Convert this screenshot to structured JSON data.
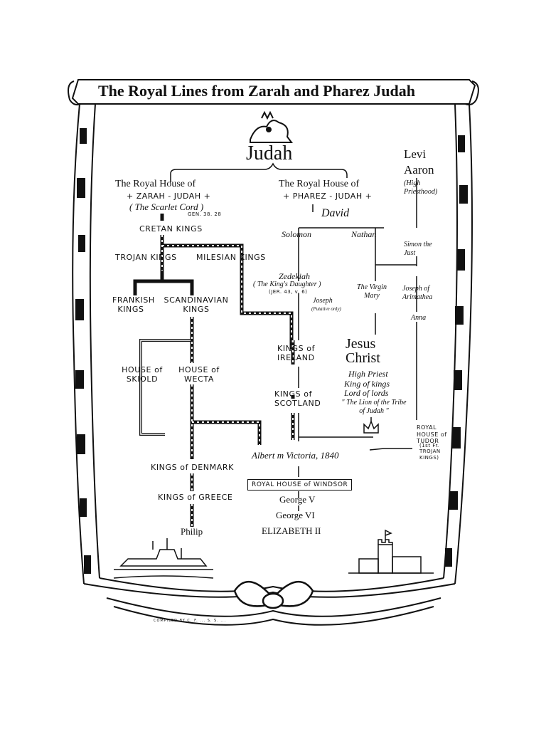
{
  "title": "The Royal Lines from Zarah and Pharez Judah",
  "top": {
    "judah": "Judah",
    "levi": "Levi",
    "aaron": "Aaron",
    "high_priesthood": "(High Priesthood)",
    "simon": "Simon the Just",
    "joseph_arimathea": "Joseph of Arimathea",
    "anna": "Anna"
  },
  "zarah": {
    "heading_1": "The Royal House of",
    "heading_2": "+ ZARAH - JUDAH +",
    "heading_3": "( The Scarlet Cord )",
    "ref": "GEN. 38. 28",
    "cretan": "CRETAN KINGS",
    "trojan": "TROJAN KINGS",
    "milesian": "MILESIAN KINGS",
    "frankish": "FRANKISH KINGS",
    "scandinavian": "SCANDINAVIAN KINGS",
    "skiold": "HOUSE of SKIOLD",
    "wecta": "HOUSE of WECTA",
    "denmark": "KINGS of DENMARK",
    "greece": "KINGS of GREECE",
    "philip": "Philip"
  },
  "pharez": {
    "heading_1": "The Royal House of",
    "heading_2": "+ PHAREZ - JUDAH +",
    "david": "David",
    "solomon": "Solomon",
    "nathan": "Nathan",
    "zedekiah": "Zedekiah",
    "kings_daughter": "( The King's Daughter )",
    "zed_ref": "(JER. 43, v. 6)",
    "joseph": "Joseph",
    "putative": "(Putative only)",
    "virgin_mary": "The Virgin Mary",
    "jesus": "Jesus Christ",
    "high_priest": "High Priest",
    "king_of_kings": "King of kings",
    "lord_of_lords": "Lord of lords",
    "lion": "\" The Lion of the Tribe of Judah \"",
    "ireland": "KINGS of IRELAND",
    "scotland": "KINGS of SCOTLAND",
    "tudor": "ROYAL HOUSE of TUDOR",
    "tudor_note": "(1st Fr. TROJAN KINGS)",
    "albert_victoria": "Albert m Victoria, 1840",
    "windsor": "ROYAL HOUSE of WINDSOR",
    "george_v": "George V",
    "george_vi": "George VI",
    "elizabeth": "ELIZABETH II"
  },
  "footer_credit": "COMPILED BY C. F. ... S. S. ..."
}
